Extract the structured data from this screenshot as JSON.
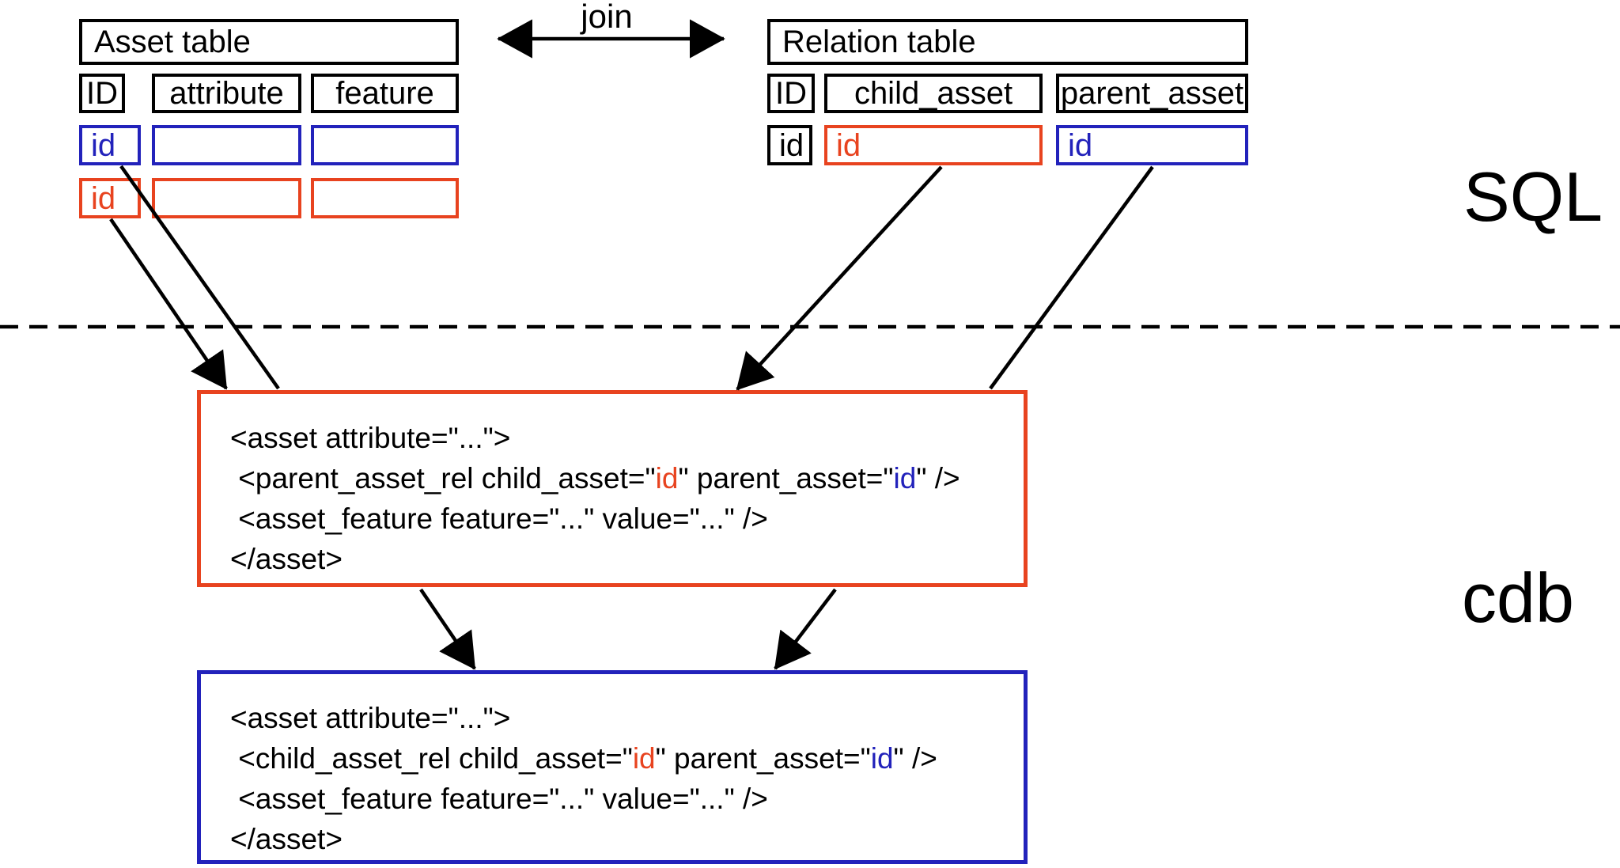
{
  "region_labels": {
    "top": "SQL",
    "bottom": "cdb"
  },
  "join_label": "join",
  "colors": {
    "red": "#e8431f",
    "blue": "#2222bb",
    "black": "#000000"
  },
  "asset_table": {
    "title": "Asset table",
    "columns": [
      "ID",
      "attribute",
      "feature"
    ],
    "rows": [
      {
        "id": "id",
        "row_color": "blue",
        "attribute": "",
        "feature": ""
      },
      {
        "id": "id",
        "row_color": "red",
        "attribute": "",
        "feature": ""
      }
    ]
  },
  "relation_table": {
    "title": "Relation table",
    "columns": [
      "ID",
      "child_asset",
      "parent_asset"
    ],
    "row": {
      "id": "id",
      "child_asset": "id",
      "parent_asset": "id"
    }
  },
  "parent_rel_xml_box": {
    "border_color": "red",
    "lines": [
      [
        {
          "t": "<asset attribute=\"...\">",
          "c": "black"
        }
      ],
      [
        {
          "t": " <parent_asset_rel child_asset=\"",
          "c": "black"
        },
        {
          "t": "id",
          "c": "red"
        },
        {
          "t": "\" parent_asset=\"",
          "c": "black"
        },
        {
          "t": "id",
          "c": "blue"
        },
        {
          "t": "\" />",
          "c": "black"
        }
      ],
      [
        {
          "t": " <asset_feature feature=\"...\" value=\"...\" />",
          "c": "black"
        }
      ],
      [
        {
          "t": "</asset>",
          "c": "black"
        }
      ]
    ]
  },
  "child_rel_xml_box": {
    "border_color": "blue",
    "lines": [
      [
        {
          "t": "<asset attribute=\"...\">",
          "c": "black"
        }
      ],
      [
        {
          "t": " <child_asset_rel child_asset=\"",
          "c": "black"
        },
        {
          "t": "id",
          "c": "red"
        },
        {
          "t": "\" parent_asset=\"",
          "c": "black"
        },
        {
          "t": "id",
          "c": "blue"
        },
        {
          "t": "\" />",
          "c": "black"
        }
      ],
      [
        {
          "t": " <asset_feature feature=\"...\" value=\"...\" />",
          "c": "black"
        }
      ],
      [
        {
          "t": "</asset>",
          "c": "black"
        }
      ]
    ]
  }
}
